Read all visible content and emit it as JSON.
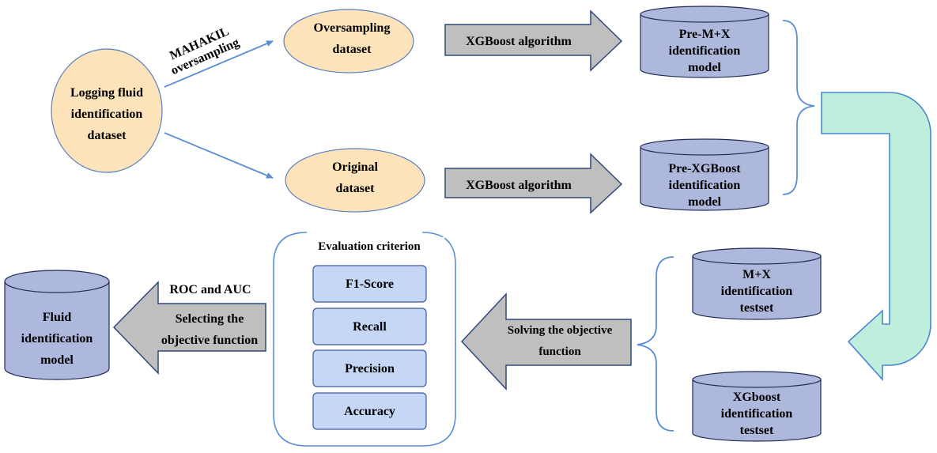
{
  "diagram": {
    "logging_dataset": "Logging fluid\nidentification\ndataset",
    "oversampling_label": "MAHAKIL\noversampling",
    "oversampling_dataset": "Oversampling\ndataset",
    "original_dataset": "Original\ndataset",
    "xgboost_arrow_top": "XGBoost algorithm",
    "xgboost_arrow_bottom": "XGBoost algorithm",
    "pre_mx_model": "Pre-M+X\nidentification\nmodel",
    "pre_xgboost_model": "Pre-XGBoost\nidentification\nmodel",
    "mx_testset": "M+X\nidentification\ntestset",
    "xgboost_testset": "XGboost\nidentification\ntestset",
    "solving_arrow": "Solving the objective\nfunction",
    "evaluation": {
      "title": "Evaluation criterion",
      "items": [
        "F1-Score",
        "Recall",
        "Precision",
        "Accuracy"
      ]
    },
    "roc_auc": "ROC and AUC",
    "selecting_arrow": "Selecting the\nobjective function",
    "fluid_model": "Fluid\nidentification\nmodel"
  },
  "colors": {
    "ellipse_fill": "#fde3b9",
    "cylinder_fill": "#aeb7dc",
    "cylinder_stroke": "#1f2a55",
    "arrow_fill": "#bfbfbf",
    "arrow_stroke": "#2f4a7a",
    "metric_fill": "#c5d7f5",
    "metric_stroke": "#3d5a98",
    "line_blue": "#5b8ed6",
    "u_arrow_fill": "#bfeedd",
    "u_arrow_stroke": "#4a86cf"
  }
}
